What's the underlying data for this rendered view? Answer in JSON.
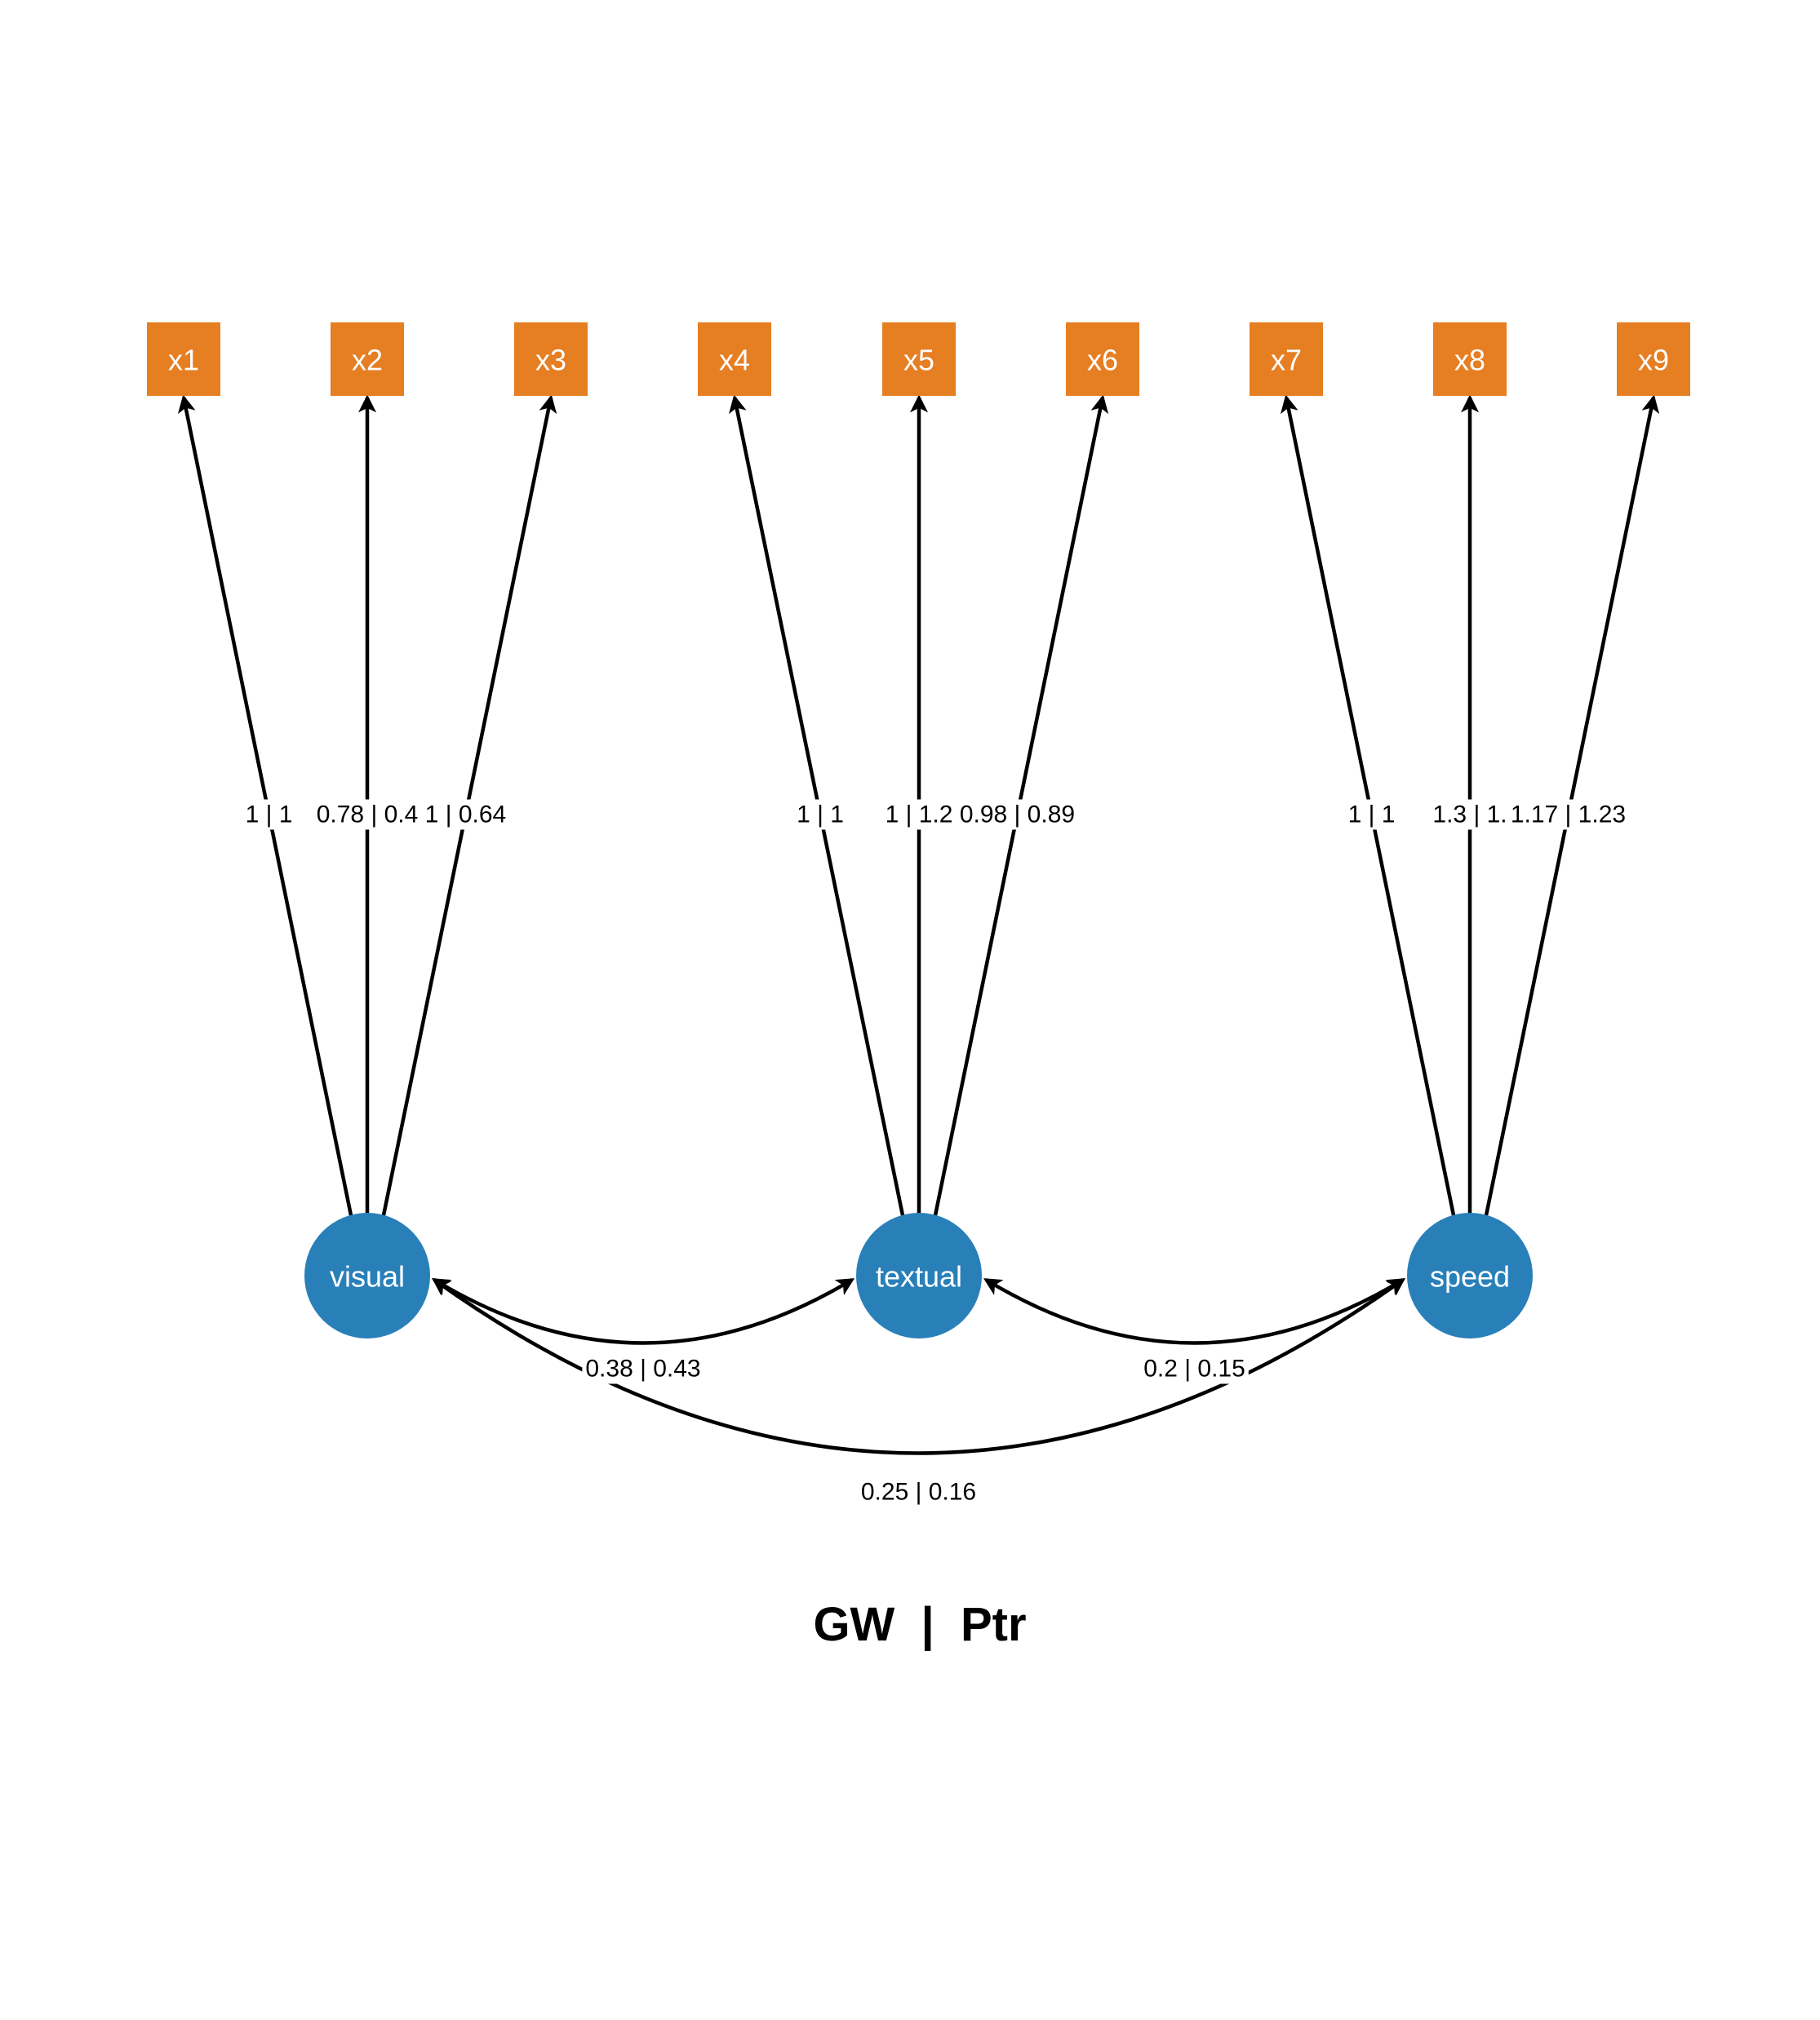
{
  "colors": {
    "observed": "#E67E22",
    "latent": "#2980B9",
    "edge": "#000000"
  },
  "caption": "GW  |  Ptr",
  "observed": [
    {
      "id": "x1",
      "label": "x1"
    },
    {
      "id": "x2",
      "label": "x2"
    },
    {
      "id": "x3",
      "label": "x3"
    },
    {
      "id": "x4",
      "label": "x4"
    },
    {
      "id": "x5",
      "label": "x5"
    },
    {
      "id": "x6",
      "label": "x6"
    },
    {
      "id": "x7",
      "label": "x7"
    },
    {
      "id": "x8",
      "label": "x8"
    },
    {
      "id": "x9",
      "label": "x9"
    }
  ],
  "latent": [
    {
      "id": "visual",
      "label": "visual"
    },
    {
      "id": "textual",
      "label": "textual"
    },
    {
      "id": "speed",
      "label": "speed"
    }
  ],
  "loadings": [
    {
      "from": "visual",
      "to": "x1",
      "label": "1 | 1"
    },
    {
      "from": "visual",
      "to": "x2",
      "label": "0.78 | 0.4"
    },
    {
      "from": "visual",
      "to": "x3",
      "label": "1 | 0.64"
    },
    {
      "from": "textual",
      "to": "x4",
      "label": "1 | 1"
    },
    {
      "from": "textual",
      "to": "x5",
      "label": "1 | 1.2"
    },
    {
      "from": "textual",
      "to": "x6",
      "label": "0.98 | 0.89"
    },
    {
      "from": "speed",
      "to": "x7",
      "label": "1 | 1"
    },
    {
      "from": "speed",
      "to": "x8",
      "label": "1.3 | 1."
    },
    {
      "from": "speed",
      "to": "x9",
      "label": "1.17 | 1.23"
    }
  ],
  "covariances": [
    {
      "from": "visual",
      "to": "textual",
      "label": "0.38 | 0.43"
    },
    {
      "from": "textual",
      "to": "speed",
      "label": "0.2 | 0.15"
    },
    {
      "from": "visual",
      "to": "speed",
      "label": "0.25 | 0.16"
    }
  ]
}
